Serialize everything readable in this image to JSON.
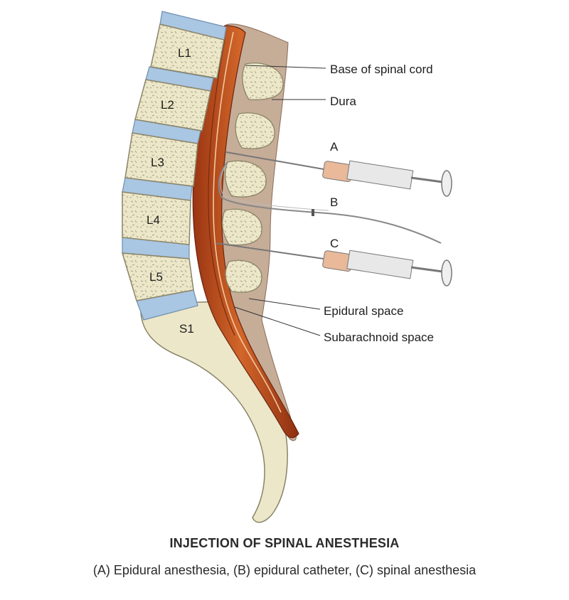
{
  "figure": {
    "vertebrae": [
      "L1",
      "L2",
      "L3",
      "L4",
      "L5",
      "S1"
    ],
    "callouts": {
      "base_of_spinal_cord": "Base of spinal cord",
      "dura": "Dura",
      "epidural_space": "Epidural space",
      "subarachnoid_space": "Subarachnoid space"
    },
    "needle_letters": {
      "a": "A",
      "b": "B",
      "c": "C"
    },
    "colors": {
      "bone": "#ece7c8",
      "bone_outline": "#8a8468",
      "disc": "#a9c6e2",
      "cord": "#c8541e",
      "cord_dark": "#7a2a12",
      "ligament": "#b99a86"
    }
  },
  "title": "INJECTION OF SPINAL ANESTHESIA",
  "caption": "(A) Epidural anesthesia, (B) epidural catheter, (C) spinal anesthesia"
}
